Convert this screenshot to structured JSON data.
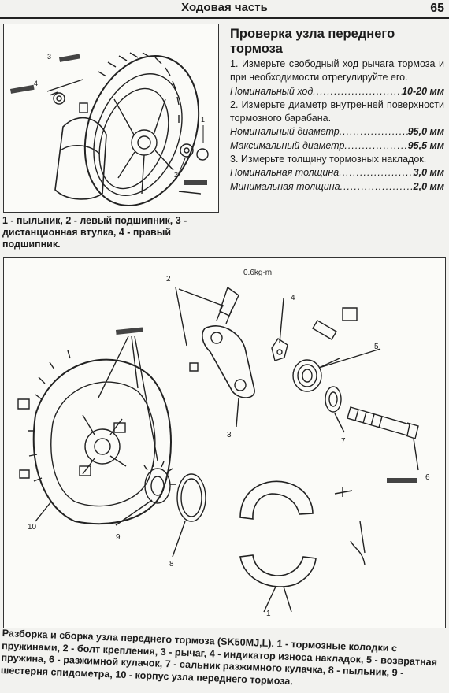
{
  "header": {
    "title": "Ходовая часть",
    "page_number": "65"
  },
  "top_figure": {
    "callouts": [
      "1",
      "2",
      "3",
      "4"
    ],
    "caption": "1 - пыльник, 2 - левый подшипник, 3 - дистанционная втулка, 4 - правый подшипник."
  },
  "section": {
    "title": "Проверка узла переднего тормоза",
    "step1": "1. Измерьте свободный ход рычага тормоза и при необходимости отрегулируйте его.",
    "spec1": {
      "label": "Номинальный ход",
      "value": "10-20 мм"
    },
    "step2": "2. Измерьте диаметр внутренней поверхности тормозного барабана.",
    "spec2": {
      "label": "Номинальный диаметр",
      "value": "95,0 мм"
    },
    "spec3": {
      "label": "Максимальный диаметр",
      "value": "95,5 мм"
    },
    "step3": "3. Измерьте толщину тормозных накладок.",
    "spec4": {
      "label": "Номинальная толщина",
      "value": "3,0 мм"
    },
    "spec5": {
      "label": "Минимальная толщина",
      "value": "2,0 мм"
    }
  },
  "bottom_figure": {
    "torque": "0.6kg-m",
    "callouts": [
      "1",
      "2",
      "3",
      "4",
      "5",
      "6",
      "7",
      "8",
      "9",
      "10"
    ],
    "caption": "Разборка и сборка узла переднего тормоза (SK50MJ,L). 1 - тормозные колодки с пружинами, 2 - болт крепления, 3 - рычаг, 4 - индикатор износа накладок, 5 - возвратная пружина, 6 - разжимной кулачок, 7 - сальник разжимного кулачка, 8 - пыльник, 9 - шестерня спидометра, 10 - корпус узла переднего тормоза."
  }
}
